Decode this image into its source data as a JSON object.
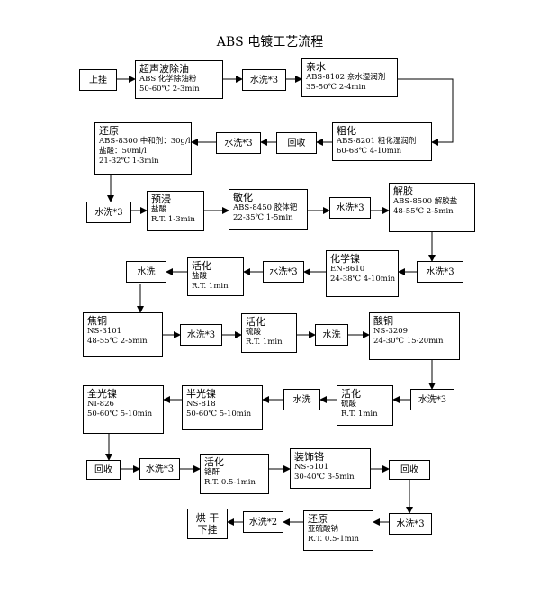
{
  "title": "ABS 电镀工艺流程",
  "steps": {
    "shangua": "上挂",
    "chaosheng": {
      "name": "超声波除油",
      "lines": [
        "ABS 化学除油粉",
        "50-60℃   2-3min"
      ]
    },
    "wash_r1_a": "水洗*3",
    "qinshui": {
      "name": "亲水",
      "lines": [
        "ABS-8102 亲水湿润剂",
        "35-50℃   2-4min"
      ]
    },
    "cuhua": {
      "name": "粗化",
      "lines": [
        "ABS-8201 粗化湿润剂",
        "60-68℃   4-10min"
      ]
    },
    "huishou_r2": "回收",
    "wash_r2": "水洗*3",
    "huanyuan": {
      "name": "还原",
      "lines": [
        "ABS-8300 中和剂：30g/l",
        "盐酸：50ml/l",
        "21-32℃   1-3min"
      ]
    },
    "wash_r3": "水洗*3",
    "yujin": {
      "name": "预浸",
      "lines": [
        "盐酸",
        "R.T.   1-3min"
      ]
    },
    "minhua": {
      "name": "敏化",
      "lines": [
        "ABS-8450 胶体钯",
        "22-35℃   1-5min"
      ]
    },
    "wash_r3_b": "水洗*3",
    "jiejiao": {
      "name": "解胶",
      "lines": [
        "ABS-8500 解胶盐",
        "48-55℃   2-5min"
      ]
    },
    "wash_r4_r": "水洗*3",
    "huaxuenie": {
      "name": "化学镍",
      "lines": [
        "EN-8610",
        "24-38℃   4-10min"
      ]
    },
    "wash_r4_m": "水洗*3",
    "huohua_r4": {
      "name": "活化",
      "lines": [
        "盐酸",
        "R.T.   1min"
      ]
    },
    "wash_r4_l": "水洗",
    "jiaotong": {
      "name": "焦铜",
      "lines": [
        "NS-3101",
        "48-55℃   2-5min"
      ]
    },
    "wash_r5_a": "水洗*3",
    "huohua_r5": {
      "name": "活化",
      "lines": [
        "硫酸",
        "R.T.   1min"
      ]
    },
    "wash_r5_b": "水洗",
    "suantong": {
      "name": "酸铜",
      "lines": [
        "NS-3209",
        "24-30℃   15-20min"
      ]
    },
    "wash_r6_r": "水洗*3",
    "huohua_r6": {
      "name": "活化",
      "lines": [
        "硫酸",
        "R.T.   1min"
      ]
    },
    "wash_r6_m": "水洗",
    "banguang": {
      "name": "半光镍",
      "lines": [
        "NS-818",
        "50-60℃   5-10min"
      ]
    },
    "quanguang": {
      "name": "全光镍",
      "lines": [
        "NI-826",
        "50-60℃   5-10min"
      ]
    },
    "huishou_r7_a": "回收",
    "wash_r7": "水洗*3",
    "huohua_r7": {
      "name": "活化",
      "lines": [
        "铬酐",
        "R.T.   0.5-1min"
      ]
    },
    "zhuangshige": {
      "name": "装饰铬",
      "lines": [
        "NS-5101",
        "30-40℃   3-5min"
      ]
    },
    "huishou_r7_b": "回收",
    "wash_r8_r": "水洗*3",
    "huanyuan2": {
      "name": "还原",
      "lines": [
        "亚硫酸钠",
        "R.T.   0.5-1min"
      ]
    },
    "wash_r8_m": "水洗*2",
    "honggan": {
      "lines": [
        "烘  干",
        "下挂"
      ]
    }
  }
}
